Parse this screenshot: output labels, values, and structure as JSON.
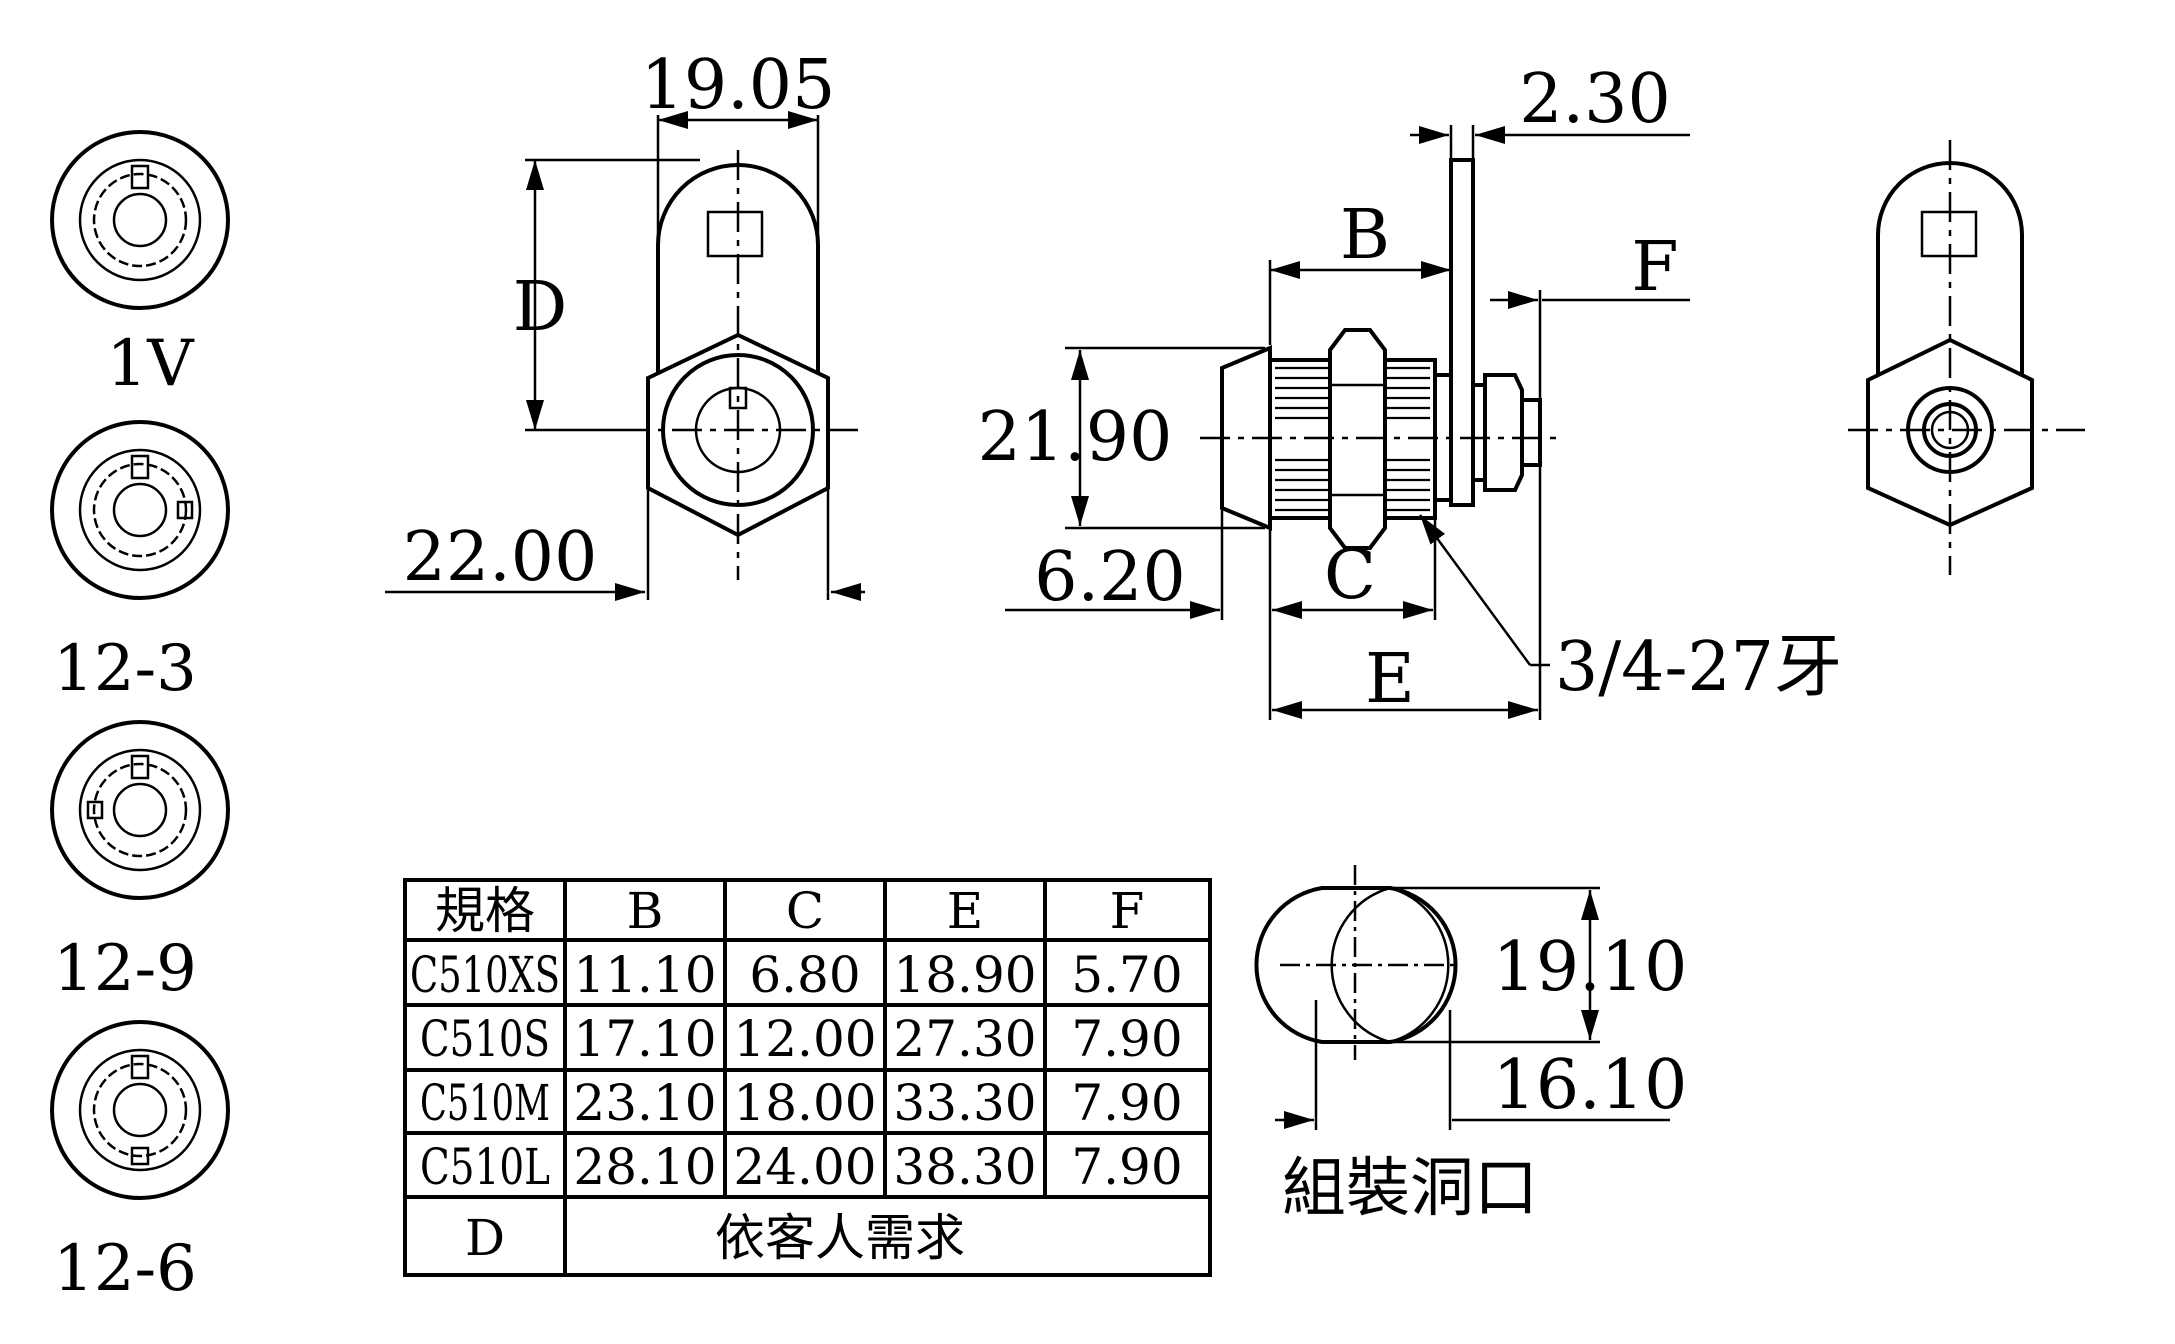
{
  "front_view": {
    "width_dim": "19.05",
    "height_label": "D",
    "hex_dim": "22.00"
  },
  "side_view": {
    "washer_dim": "2.30",
    "b_label": "B",
    "f_label": "F",
    "diameter_dim": "21.90",
    "head_dim": "6.20",
    "c_label": "C",
    "e_label": "E",
    "thread_label": "3/4-27牙"
  },
  "key_options": [
    {
      "label": "1V"
    },
    {
      "label": "12-3"
    },
    {
      "label": "12-9"
    },
    {
      "label": "12-6"
    }
  ],
  "spec_table": {
    "headers": [
      "規格",
      "B",
      "C",
      "E",
      "F"
    ],
    "rows": [
      [
        "C510XS",
        "11.10",
        "6.80",
        "18.90",
        "5.70"
      ],
      [
        "C510S",
        "17.10",
        "12.00",
        "27.30",
        "7.90"
      ],
      [
        "C510M",
        "23.10",
        "18.00",
        "33.30",
        "7.90"
      ],
      [
        "C510L",
        "28.10",
        "24.00",
        "38.30",
        "7.90"
      ]
    ],
    "d_label": "D",
    "d_value": "依客人需求"
  },
  "cutout": {
    "height_dim": "19.10",
    "width_dim": "16.10",
    "caption": "組裝洞口"
  }
}
